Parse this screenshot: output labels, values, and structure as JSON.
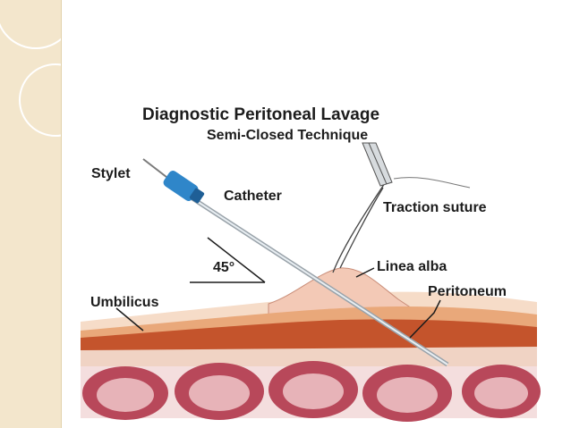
{
  "diagram": {
    "title": "Diagnostic Peritoneal Lavage",
    "subtitle": "Semi-Closed Technique",
    "labels": {
      "stylet": "Stylet",
      "catheter": "Catheter",
      "traction_suture": "Traction suture",
      "angle": "45°",
      "linea_alba": "Linea alba",
      "peritoneum": "Peritoneum",
      "umbilicus": "Umbilicus"
    }
  },
  "colors": {
    "skin": "#f6dcc8",
    "fat": "#e9a87a",
    "muscle": "#c4542c",
    "peritoneum": "#f0d3c4",
    "bowel_wall": "#b8485a",
    "bowel_lumen": "#e7b3b8",
    "catheter_hub": "#2f86c9",
    "slide_bar": "#f3e6cc"
  }
}
